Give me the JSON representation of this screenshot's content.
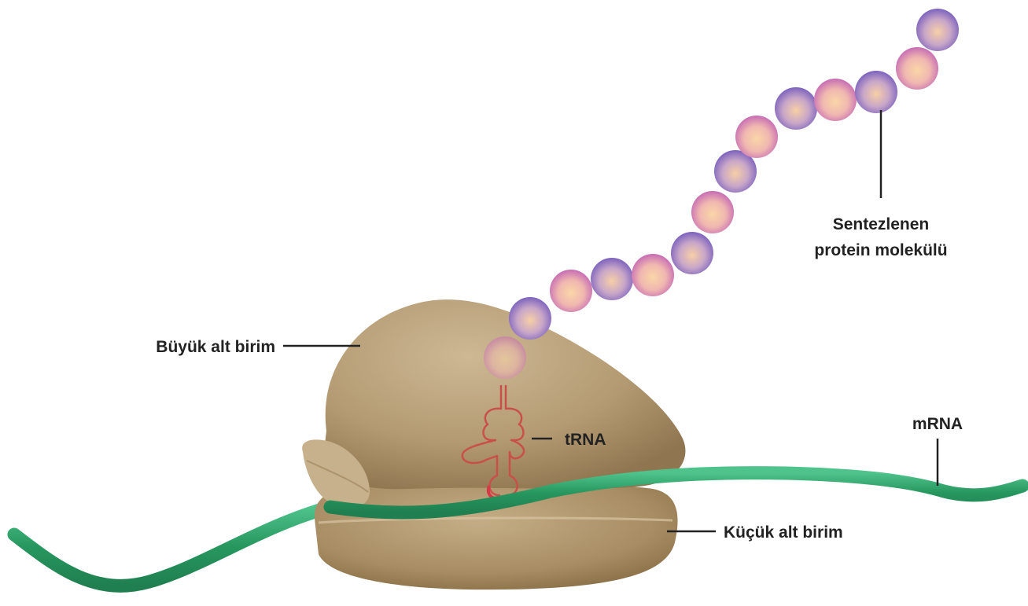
{
  "labels": {
    "protein_line1": "Sentezlenen",
    "protein_line2": "protein molekülü",
    "large_subunit": "Büyük alt birim",
    "trna": "tRNA",
    "mrna": "mRNA",
    "small_subunit": "Küçük alt birim"
  },
  "colors": {
    "ribosome": "#b49a74",
    "ribosome_shadow": "#8e7550",
    "mrna": "#2ea36e",
    "trna": "#c94a44",
    "amino_acid_pink": "#d98fc0",
    "amino_acid_purple": "#9a7cc8",
    "amino_acid_core": "#f4c79c"
  },
  "amino_acid_count": 14
}
